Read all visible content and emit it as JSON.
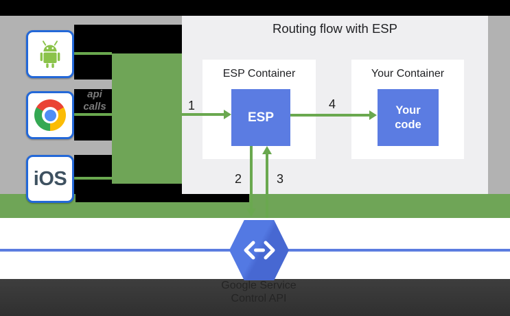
{
  "diagram": {
    "title": "Routing flow with ESP",
    "funnel_label": {
      "line1": "api",
      "line2": "calls"
    },
    "devices": {
      "ios_label": "iOS"
    },
    "esp_container": {
      "label": "ESP Container",
      "box_label": "ESP"
    },
    "your_container": {
      "label": "Your Container",
      "box_line1": "Your",
      "box_line2": "code"
    },
    "steps": {
      "s1": "1",
      "s2": "2",
      "s3": "3",
      "s4": "4"
    },
    "endpoints": {
      "caption_line1": "Google Service",
      "caption_line2": "Control API"
    },
    "colors": {
      "arrow_green": "#6aa84f",
      "bar_green": "#6fa557",
      "box_blue": "#5b7ce2",
      "hexagon_blue": "#4a70d9",
      "line_blue": "#5b7ce0",
      "panel_gray": "#efeff1",
      "side_gray": "#b2b2b2"
    }
  }
}
